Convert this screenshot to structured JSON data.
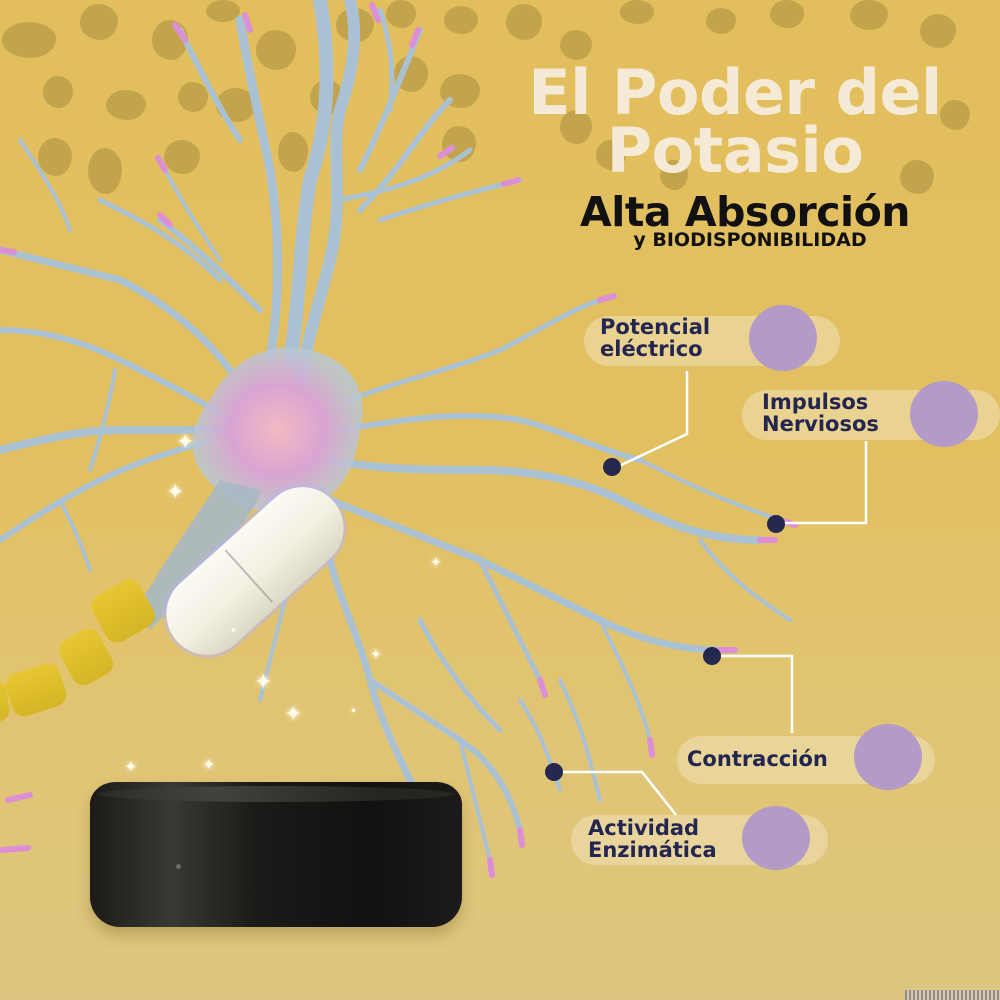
{
  "title": {
    "line1": "El Poder del",
    "line2": "Potasio"
  },
  "subtitle": {
    "main": "Alta Absorción",
    "secondary": "y BIODISPONIBILIDAD"
  },
  "labels": [
    {
      "id": "potencial",
      "line1": "Potencial",
      "line2": "eléctrico"
    },
    {
      "id": "impulsos",
      "line1": "Impulsos",
      "line2": "Nerviosos"
    },
    {
      "id": "contraccion",
      "line1": "Contracción",
      "line2": ""
    },
    {
      "id": "enzimatica",
      "line1": "Actividad",
      "line2": "Enzimática"
    }
  ],
  "colors": {
    "background": "#e2c062",
    "spots": "#b99c49",
    "title_text": "#f5ead6",
    "subtitle_text": "#111111",
    "label_text": "#232650",
    "bubble": "#b39ac7",
    "pill": "#f0e2b8",
    "dot": "#24284f",
    "connector": "#ffffff",
    "dendrite": "#a9bfd6",
    "dendrite_tip": "#d98ad0",
    "axon": "#e0c02c",
    "base": "#1b1a18"
  },
  "icons": {
    "capsule": "capsule-icon",
    "neuron": "neuron-illustration",
    "sparkle": "sparkle-icon",
    "base": "pedestal-base"
  }
}
